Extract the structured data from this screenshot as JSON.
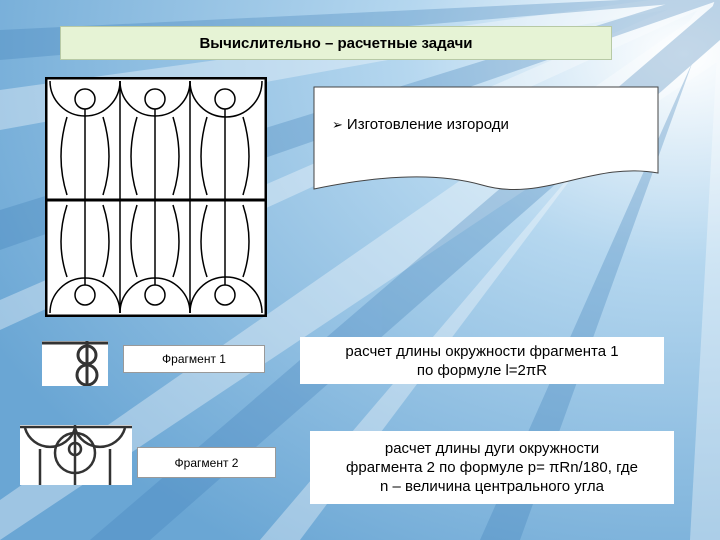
{
  "slide": {
    "title": "Вычислительно – расчетные задачи",
    "note": {
      "bullet_icon": "arrow-bullet-icon",
      "text": "Изготовление изгороди"
    },
    "fragment1": {
      "label": "Фрагмент 1",
      "calc_line1": "расчет длины окружности фрагмента 1",
      "calc_line2": "по формуле l=2πR"
    },
    "fragment2": {
      "label": "Фрагмент 2",
      "calc_line1": "расчет длины дуги окружности",
      "calc_line2": "фрагмента 2 по формуле p= πRn/180, где",
      "calc_line3": "n – величина центрального угла"
    }
  },
  "colors": {
    "background": "#7fb5dd",
    "title_bg": "#e6f3d5"
  }
}
